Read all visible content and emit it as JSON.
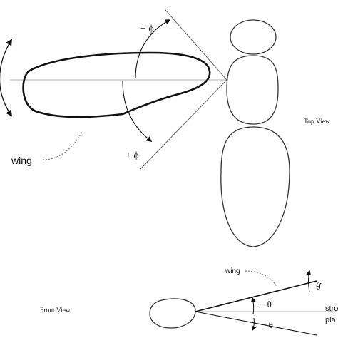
{
  "top_view": {
    "title": "Top View",
    "wing_label": "wing",
    "angle_minus": "− ϕ",
    "angle_plus": "+ ϕ"
  },
  "front_view": {
    "title": "Front View",
    "wing_label": "wing",
    "theta_plus": "+ θ",
    "theta_minus": "− θ",
    "theta_dot": "θ̇",
    "stroke_plane_line1": "stro",
    "stroke_plane_line2": "pla"
  },
  "colors": {
    "ink": "#111111",
    "guide": "#9a9a9a"
  }
}
